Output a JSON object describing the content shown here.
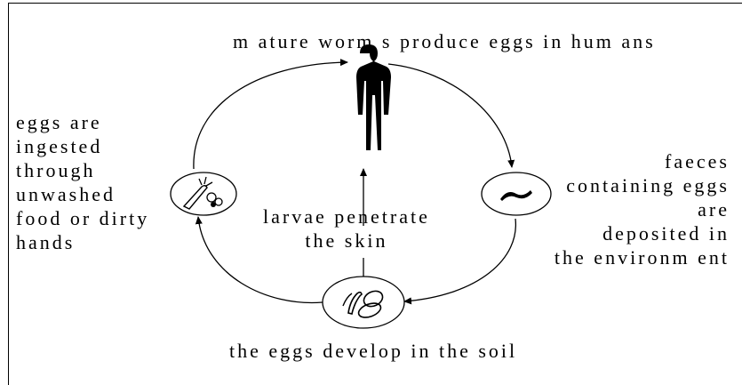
{
  "diagram": {
    "top_label": "m ature worm s produce eggs in hum ans",
    "left_label": "eggs are\ningested\nthrough\nunwashed\nfood or dirty\nhands",
    "right_label": "faeces\ncontaining eggs\nare\ndeposited in\nthe environm ent",
    "center_label": "larvae penetrate\nthe skin",
    "bottom_label": "the eggs develop in the soil",
    "icons": [
      "human-silhouette-icon",
      "faeces-icon",
      "eggs-icon",
      "vegetables-icon"
    ]
  }
}
